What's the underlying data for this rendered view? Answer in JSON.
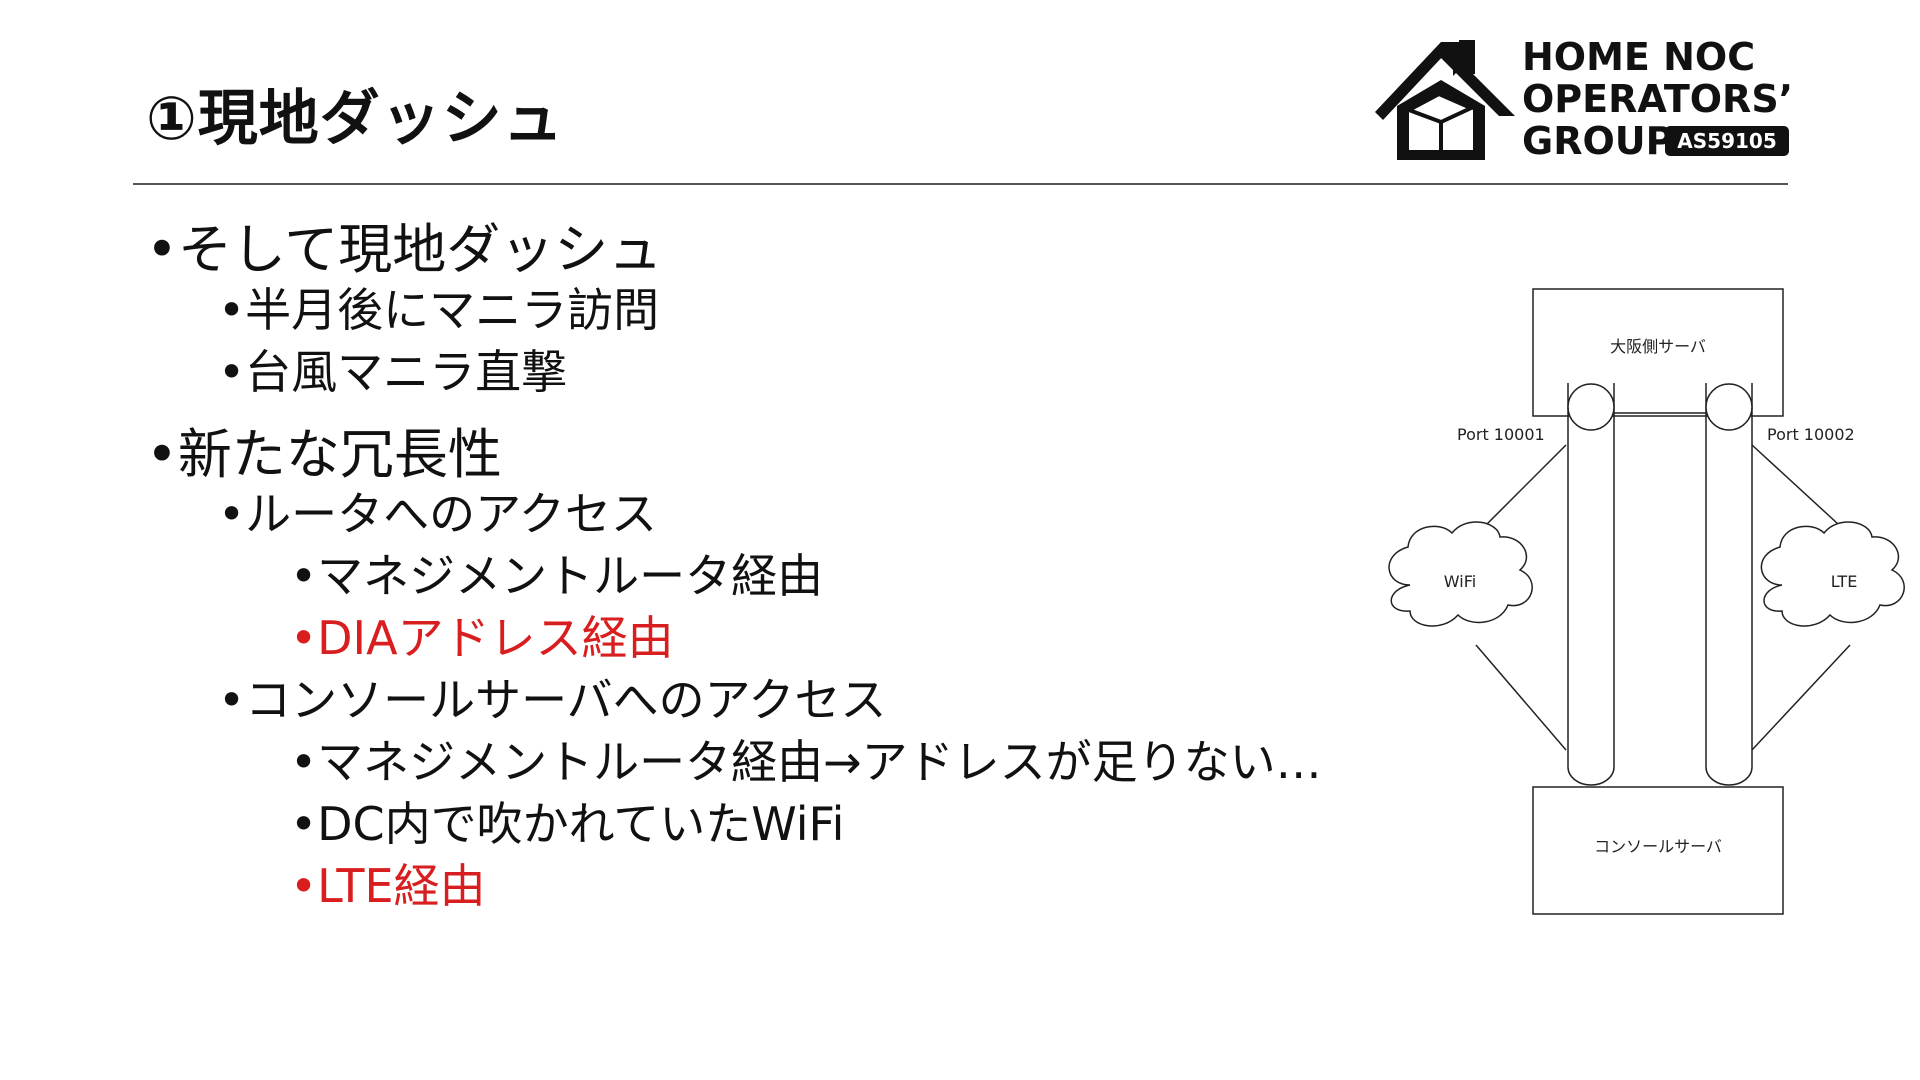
{
  "slide": {
    "title": "①現地ダッシュ"
  },
  "logo": {
    "line1": "HOME NOC",
    "line2": "OPERATORS’",
    "line3": "GROUP",
    "badge": "AS59105"
  },
  "bullets": [
    {
      "level": 1,
      "text": "そして現地ダッシュ",
      "color": "#111111"
    },
    {
      "level": 2,
      "text": "半月後にマニラ訪問",
      "color": "#111111"
    },
    {
      "level": 2,
      "text": "台風マニラ直撃",
      "color": "#111111"
    },
    {
      "level": 1,
      "text": "新たな冗長性",
      "color": "#111111"
    },
    {
      "level": 2,
      "text": "ルータへのアクセス",
      "color": "#111111"
    },
    {
      "level": 3,
      "text": "マネジメントルータ経由",
      "color": "#111111"
    },
    {
      "level": 3,
      "text": "DIAアドレス経由",
      "color": "#d81e1e"
    },
    {
      "level": 2,
      "text": "コンソールサーバへのアクセス",
      "color": "#111111"
    },
    {
      "level": 3,
      "text": "マネジメントルータ経由→アドレスが足りない…",
      "color": "#111111"
    },
    {
      "level": 3,
      "text": "DC内で吹かれていたWiFi",
      "color": "#111111"
    },
    {
      "level": 3,
      "text": "LTE経由",
      "color": "#d81e1e"
    }
  ],
  "diagram": {
    "top_box": "大阪側サーバ",
    "bottom_box": "コンソールサーバ",
    "port_left": "Port 10001",
    "port_right": "Port 10002",
    "cloud_left": "WiFi",
    "cloud_right": "LTE"
  },
  "colors": {
    "accent_red": "#d81e1e",
    "text": "#111111",
    "rule": "#555555"
  }
}
